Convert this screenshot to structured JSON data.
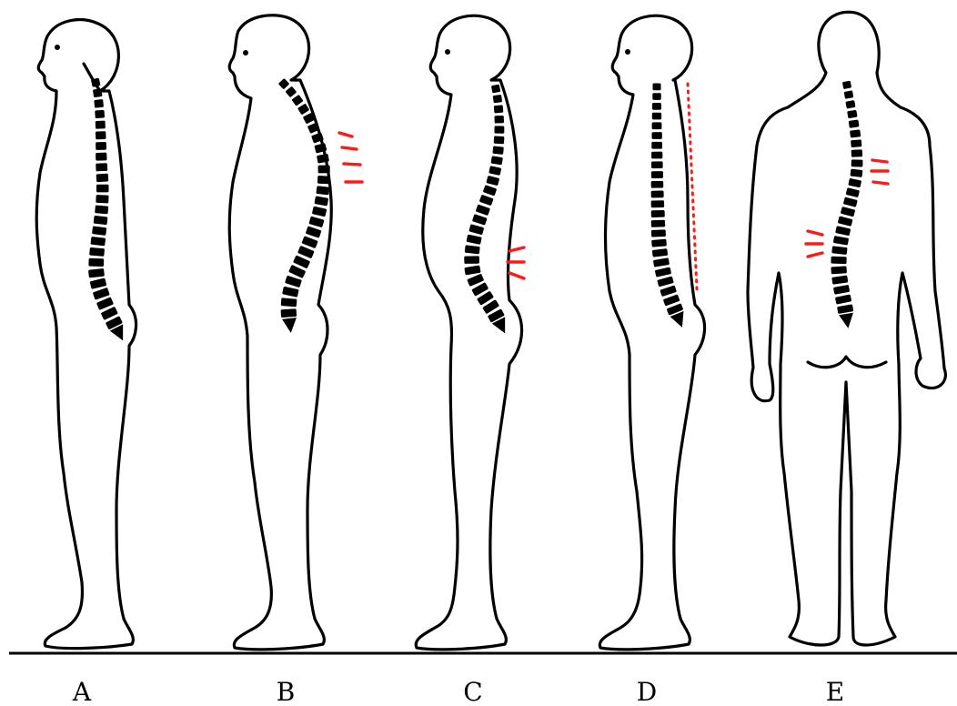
{
  "figures": [
    {
      "label": "A"
    },
    {
      "label": "B"
    },
    {
      "label": "C"
    },
    {
      "label": "D"
    },
    {
      "label": "E"
    }
  ],
  "colors": {
    "outline": "#000000",
    "spine": "#000000",
    "highlight": "#ff1a1a",
    "background": "#ffffff"
  },
  "icons": [
    "human-side-silhouette",
    "human-back-silhouette",
    "spine-vertebrae",
    "strain-marks"
  ]
}
